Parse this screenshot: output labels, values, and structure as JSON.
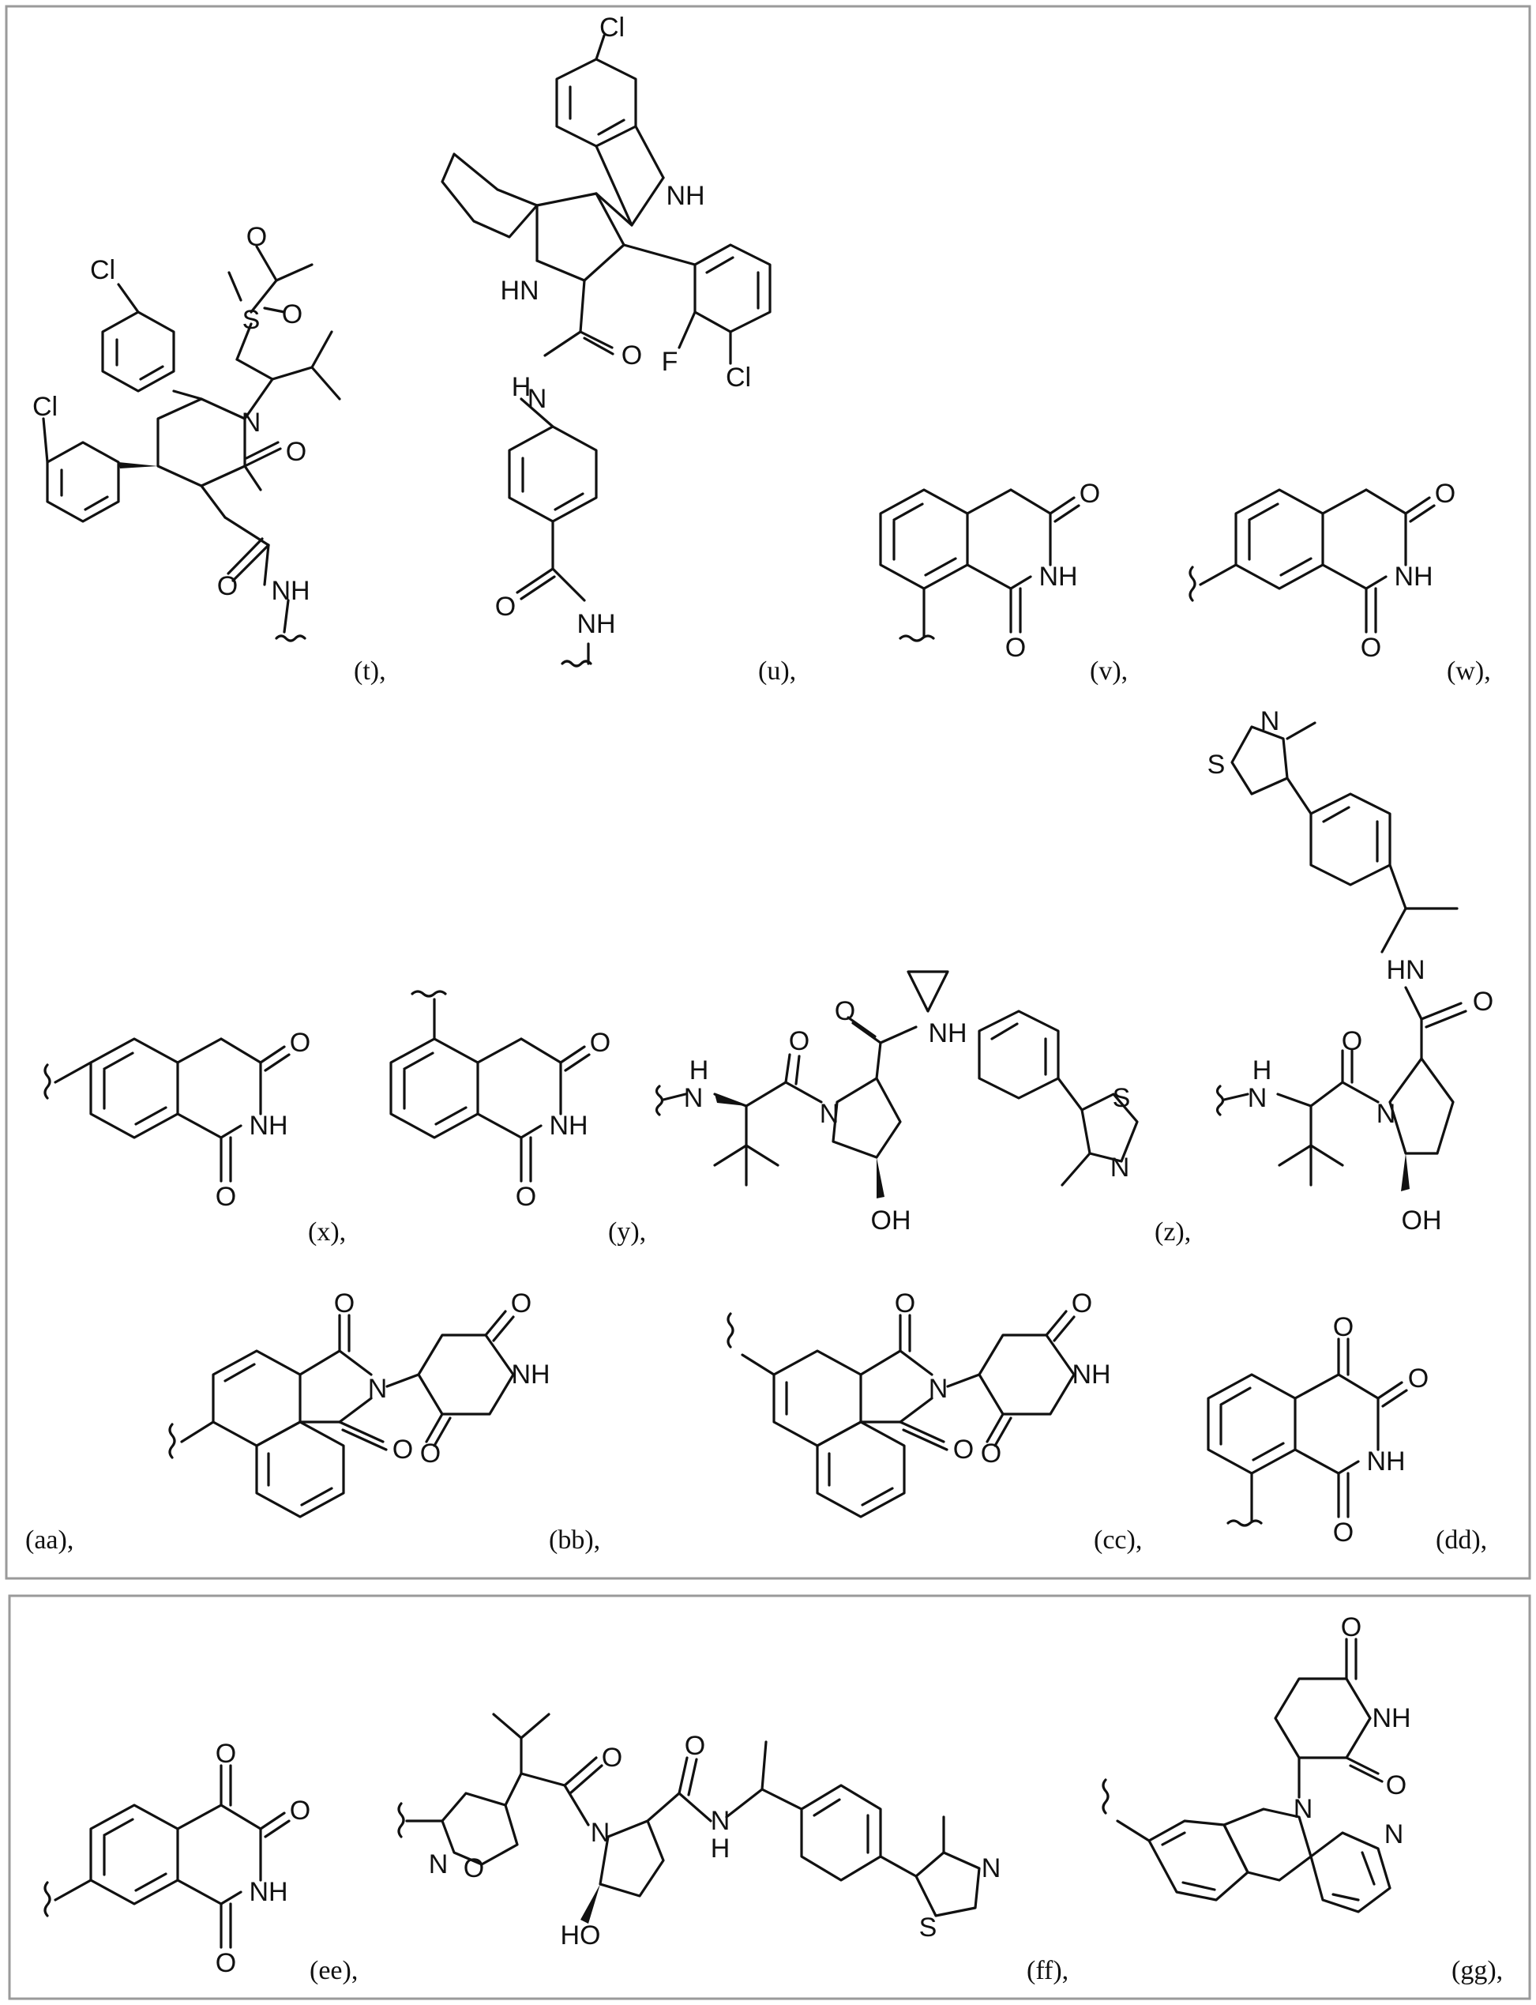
{
  "structures": [
    {
      "id": "t",
      "label": "(t),"
    },
    {
      "id": "u",
      "label": "(u),"
    },
    {
      "id": "v",
      "label": "(v),"
    },
    {
      "id": "w",
      "label": "(w),"
    },
    {
      "id": "x",
      "label": "(x),"
    },
    {
      "id": "y",
      "label": "(y),"
    },
    {
      "id": "z",
      "label": "(z),"
    },
    {
      "id": "aa",
      "label": "(aa),"
    },
    {
      "id": "bb",
      "label": "(bb),"
    },
    {
      "id": "cc",
      "label": "(cc),"
    },
    {
      "id": "dd",
      "label": "(dd),"
    },
    {
      "id": "ee",
      "label": "(ee),"
    },
    {
      "id": "ff",
      "label": "(ff),"
    },
    {
      "id": "gg",
      "label": "(gg),"
    }
  ],
  "atoms": {
    "cl": "Cl",
    "o": "O",
    "n": "N",
    "s": "S",
    "f": "F",
    "nh": "NH",
    "hn": "HN",
    "h": "H",
    "oh": "OH",
    "ho": "HO"
  }
}
